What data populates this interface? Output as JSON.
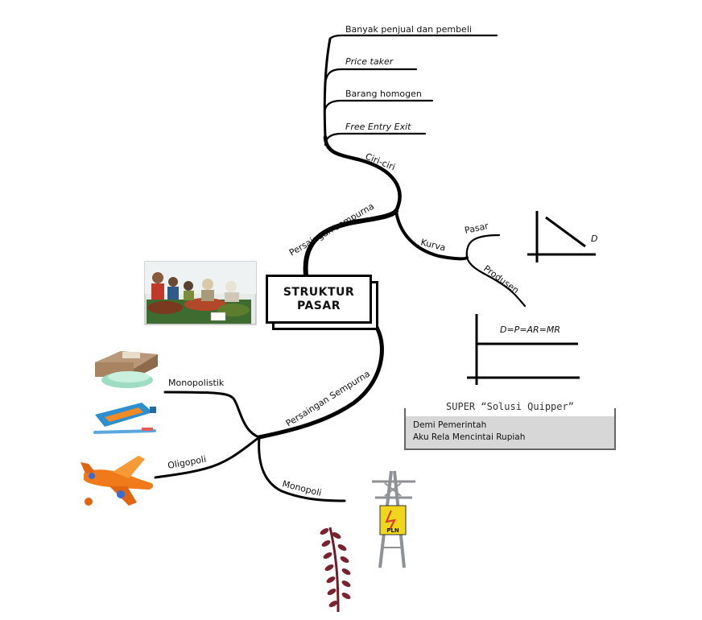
{
  "center": {
    "line1": "STRUKTUR",
    "line2": "PASAR"
  },
  "branch_sempurna": {
    "label": "Persaingan sempurna",
    "ciri_label": "Ciri-ciri",
    "ciri_items": [
      {
        "text": "Banyak penjual dan pembeli",
        "italic": false
      },
      {
        "text": "Price taker",
        "italic": true
      },
      {
        "text": "Barang homogen",
        "italic": false
      },
      {
        "text": "Free Entry Exit",
        "italic": true
      }
    ],
    "kurva_label": "Kurva",
    "pasar_label": "Pasar",
    "produsen_label": "Produsen",
    "graph_pasar_label": "D",
    "graph_produsen_label": "D=P=AR=MR"
  },
  "branch_tidak_sempurna": {
    "label": "Persaingan Sempurna",
    "items": [
      "Monopolistik",
      "Oligopoli",
      "Monopoli"
    ]
  },
  "note": {
    "title": "SUPER “Solusi Quipper”",
    "lines": [
      "Demi Pemerintah",
      "Aku Rela Mencintai Rupiah"
    ]
  },
  "images": {
    "market_scene": "market-scene-illustration",
    "soap": "soap-bar-illustration",
    "toothpaste": "toothpaste-illustration",
    "airplane": "airplane-illustration",
    "power_tower": "pln-power-tower-illustration",
    "pln_logo_text": "PLN",
    "plant": "date-palm-plant-illustration"
  }
}
